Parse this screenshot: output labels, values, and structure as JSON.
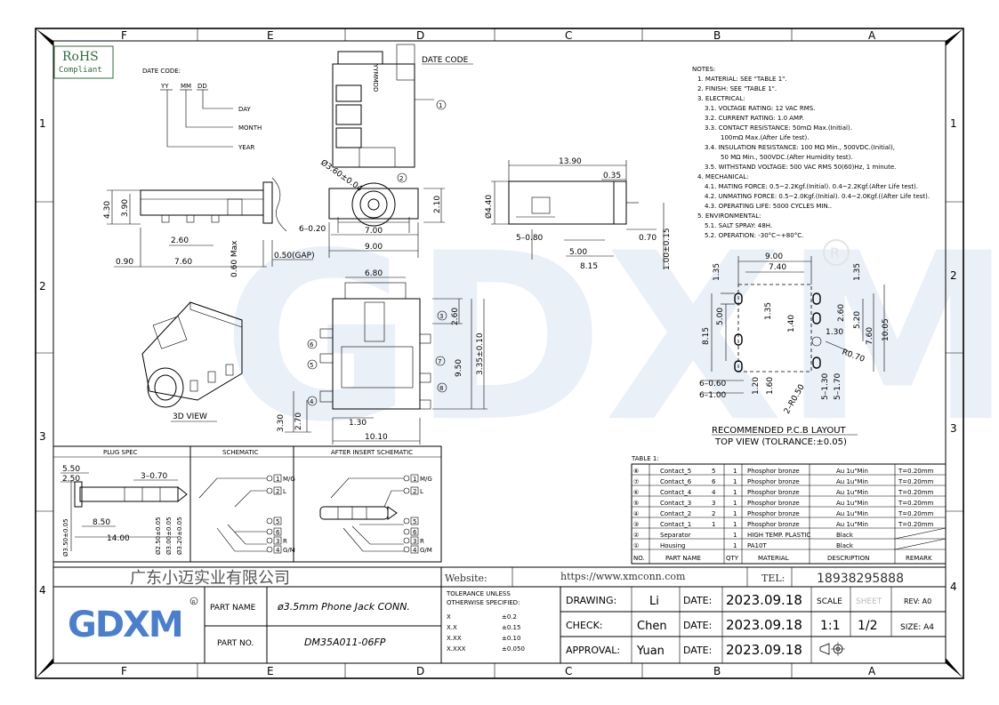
{
  "zones": {
    "columns": [
      "F",
      "E",
      "D",
      "C",
      "B",
      "A"
    ],
    "rows": [
      "1",
      "2",
      "3",
      "4"
    ]
  },
  "rohs": {
    "title": "RoHS",
    "subtitle": "Compliant"
  },
  "date_code": {
    "title": "DATE CODE:",
    "yy": "YY",
    "mm": "MM",
    "dd": "DD",
    "day": "DAY",
    "month": "MONTH",
    "year": "YEAR",
    "label_right": "DATE CODE",
    "stamp": "YYMMDD"
  },
  "dims": {
    "side_430": "4.30",
    "side_390": "3.90",
    "side_260": "2.60",
    "side_090": "0.90",
    "side_760": "7.60",
    "side_060": "0.60 Max",
    "side_050": "0.50(GAP)",
    "front_dia": "Ø3.60±0.04",
    "front_6_020": "6–0.20",
    "front_700": "7.00",
    "front_900": "9.00",
    "front_210": "2.10",
    "r_1390": "13.90",
    "r_035": "0.35",
    "r_dia440": "Ø4.40",
    "r_5_080": "5–0.80",
    "r_500": "5.00",
    "r_815": "8.15",
    "r_070": "0.70",
    "r_100": "1.00±0.15",
    "top_680": "6.80",
    "top_260": "2.60",
    "top_335": "3.35±0.10",
    "top_950": "9.50",
    "top_330": "3.30",
    "top_270": "2.70",
    "top_130": "1.30",
    "top_1010": "10.10",
    "pcb_900": "9.00",
    "pcb_740": "7.40",
    "pcb_135a": "1.35",
    "pcb_135b": "1.35",
    "pcb_135c": "1.35",
    "pcb_815": "8.15",
    "pcb_500": "5.00",
    "pcb_140": "1.40",
    "pcb_260": "2.60",
    "pcb_130": "1.30",
    "pcb_520": "5.20",
    "pcb_760": "7.60",
    "pcb_1005": "10.05",
    "pcb_r070": "R0.70",
    "pcb_6_060": "6–0.60",
    "pcb_6_100": "6–1.00",
    "pcb_120": "1.20",
    "pcb_160": "1.60",
    "pcb_2r050": "2–R0.50",
    "pcb_5_130": "5–1.30",
    "pcb_5_170": "5–1.70"
  },
  "view_3d": "3D VIEW",
  "pcb_layout": {
    "title": "RECOMMENDED P.C.B LAYOUT",
    "subtitle": "TOP VIEW (TOLRANCE:±0.05)"
  },
  "notes": {
    "title": "NOTES:",
    "lines": [
      "1. MATERIAL: SEE \"TABLE 1\".",
      "2. FINISH: SEE \"TABLE 1\".",
      "3. ELECTRICAL:",
      "3.1. VOLTAGE RATING: 12 VAC RMS.",
      "3.2. CURRENT RATING: 1.0 AMP.",
      "3.3. CONTACT RESISTANCE: 50mΩ Max.(Initial).",
      "100mΩ Max.(After Life test).",
      "3.4. INSULATION RESISTANCE: 100 MΩ Min., 500VDC.(Initial),",
      "50 MΩ Min., 500VDC.(After Humidity test).",
      "3.5. WITHSTAND VOLTAGE: 500 VAC RMS 50(60)Hz, 1 minute.",
      "4. MECHANICAL:",
      "4.1. MATING FORCE: 0.5~2.2Kgf.(Initial). 0.4~2.2Kgf.(After Life test).",
      "4.2. UNMATING FORCE: 0.5~2.0Kgf.(Initial). 0.4~2.0Kgf.((After Life test).",
      "4.3. OPERATING LIFE: 5000 CYCLES MIN..",
      "5. ENVIRONMENTAL:",
      "5.1. SALT SPRAY: 48H.",
      "5.2. OPERATION: -30°C~+80°C."
    ]
  },
  "table1": {
    "title": "TABLE 1:",
    "header": [
      "NO.",
      "PART NAME",
      "QTY",
      "MATERIAL",
      "DESCRIPTION",
      "REMARK"
    ],
    "rows": [
      [
        "⑧",
        "Contact_5",
        "5",
        "1",
        "Phosphor bronze",
        "Au 1u\"Min",
        "T=0.20mm"
      ],
      [
        "⑦",
        "Contact_6",
        "6",
        "1",
        "Phosphor bronze",
        "Au 1u\"Min",
        "T=0.20mm"
      ],
      [
        "⑥",
        "Contact_4",
        "4",
        "1",
        "Phosphor bronze",
        "Au 1u\"Min",
        "T=0.20mm"
      ],
      [
        "⑤",
        "Contact_3",
        "3",
        "1",
        "Phosphor bronze",
        "Au 1u\"Min",
        "T=0.20mm"
      ],
      [
        "④",
        "Contact_2",
        "2",
        "1",
        "Phosphor bronze",
        "Au 1u\"Min",
        "T=0.20mm"
      ],
      [
        "③",
        "Contact_1",
        "1",
        "1",
        "Phosphor bronze",
        "Au 1u\"Min",
        "T=0.20mm"
      ],
      [
        "②",
        "Separator",
        "",
        "1",
        "HIGH TEMP. PLASTIC",
        "Black",
        ""
      ],
      [
        "①",
        "Housing",
        "",
        "1",
        "PA10T",
        "Black",
        ""
      ]
    ]
  },
  "panels": {
    "plug_spec": "PLUG SPEC",
    "schematic": "SCHEMATIC",
    "after_insert": "AFTER INSERT SCHEMATIC",
    "p_550": "5.50",
    "p_250": "2.50",
    "p_3_070": "3–0.70",
    "p_850": "8.50",
    "p_1400": "14.00",
    "p_dia350": "Ø3.50±0.05",
    "p_dia250": "Ø2.50±0.05",
    "p_dia300": "Ø3.00±0.05",
    "p_dia320": "Ø3.20±0.05",
    "pin_mg": "M/G",
    "pin_l": "L",
    "pin_r": "R",
    "pin_gm": "G/M"
  },
  "title_block": {
    "company": "广东小迈实业有限公司",
    "website_label": "Website:",
    "website": "https://www.xmconn.com",
    "tel_label": "TEL:",
    "tel": "18938295888",
    "logo": "GDXM",
    "part_name_label": "PART NAME",
    "part_name": "ø3.5mm Phone Jack CONN.",
    "part_no_label": "PART NO.",
    "part_no": "DM35A011-06FP",
    "tol_title1": "TOLERANCE UNLESS",
    "tol_title2": "OTHERWISE SPECIFIED:",
    "tol_rows": [
      [
        "X",
        "±0.2"
      ],
      [
        "X.X",
        "±0.15"
      ],
      [
        "X.XX",
        "±0.10"
      ],
      [
        "X.XXX",
        "±0.050"
      ]
    ],
    "drawing_label": "DRAWING:",
    "drawing_by": "Li",
    "check_label": "CHECK:",
    "check_by": "Chen",
    "approval_label": "APPROVAL:",
    "approval_by": "Yuan",
    "date_label": "DATE:",
    "date": "2023.09.18",
    "scale_label": "SCALE",
    "scale": "1:1",
    "sheet_label": "SHEET",
    "sheet": "1/2",
    "rev": "REV: A0",
    "size": "SIZE: A4"
  }
}
